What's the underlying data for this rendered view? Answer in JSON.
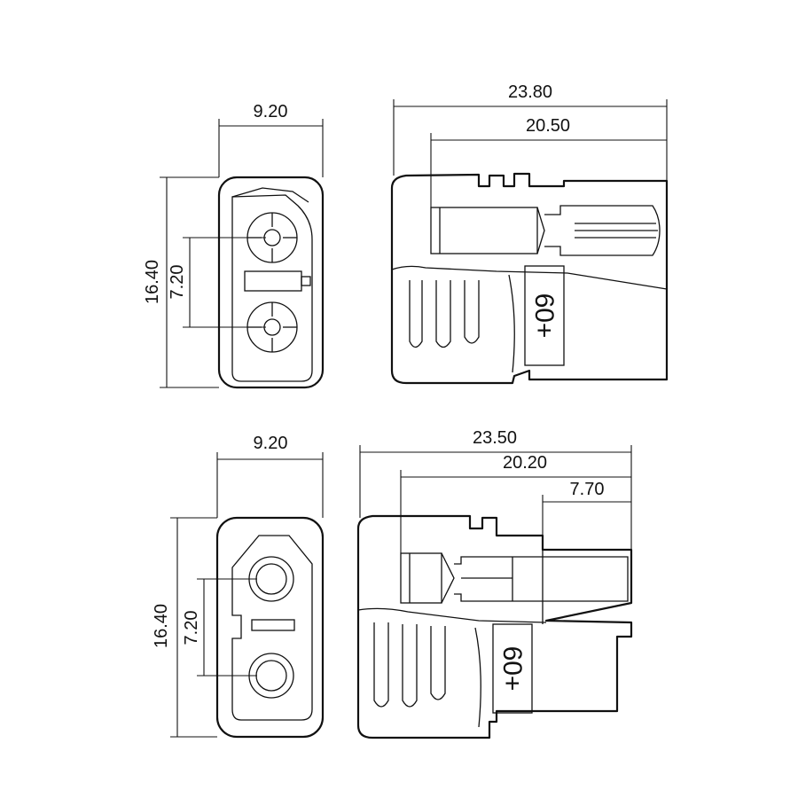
{
  "views": {
    "top_front": {
      "width": "9.20",
      "height": "16.40",
      "pin_spacing": "7.20"
    },
    "top_side": {
      "overall_length": "23.80",
      "body_length": "20.50",
      "marking": "60+"
    },
    "bottom_front": {
      "width": "9.20",
      "height": "16.40",
      "pin_spacing": "7.20"
    },
    "bottom_side": {
      "overall_length": "23.50",
      "body_length": "20.20",
      "pin_length": "7.70",
      "marking": "60+"
    }
  },
  "colors": {
    "line": "#111111",
    "background": "#ffffff"
  }
}
